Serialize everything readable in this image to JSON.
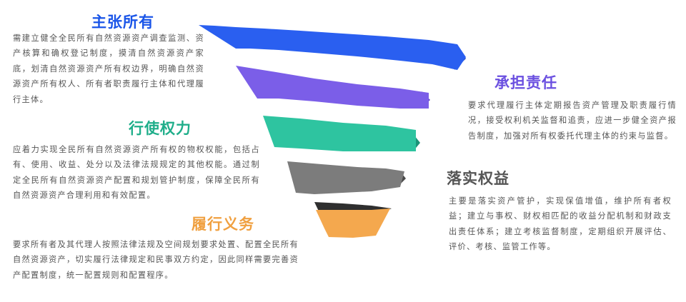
{
  "colors": {
    "band1": "#2a5ff0",
    "band1_dark": "#1a3fb8",
    "band2": "#7b5ee8",
    "band2_dark": "#5a40c0",
    "band3": "#2ec4a0",
    "band3_dark": "#1c9478",
    "band4": "#7c7c7c",
    "band4_dark": "#4a4a4a",
    "band5": "#2f2f2f",
    "band6": "#f4a84e",
    "heading_blue": "#1a55e8",
    "heading_purple": "#6a4fe0",
    "heading_teal": "#1fae8a",
    "heading_gray": "#555555",
    "heading_orange": "#f0a040"
  },
  "sections": {
    "ownership": {
      "title": "主张所有",
      "text": "需建立健全全民所有自然资源资产调查监测、资产核算和确权登记制度，摸清自然资源资产家底，划清自然资源资产所有权边界，明确自然资源资产所有权人、所有者职责履行主体和代理履行主体。"
    },
    "responsibility": {
      "title": "承担责任",
      "text": "要求代理履行主体定期报告资产管理及职责履行情况，接受权利机关监督和追责，应进一步健全资产报告制度，加强对所有权委托代理主体的约束与监督。"
    },
    "power": {
      "title": "行使权力",
      "text": "应着力实现全民所有自然资源资产所有权的物权权能，包括占有、使用、收益、处分以及法律法规规定的其他权能。通过制定全民所有自然资源资产配置和规划管护制度，保障全民所有自然资源资产合理利用和有效配置。"
    },
    "benefits": {
      "title": "落实权益",
      "text": "主要是落实资产管护，实现保值增值，维护所有者权益；建立与事权、财权相匹配的收益分配机制和财政支出责任体系；建立考核监督制度，定期组织开展评估、评价、考核、监管工作等。"
    },
    "obligations": {
      "title": "履行义务",
      "text": "要求所有者及其代理人按照法律法规及空间规划要求处置、配置全民所有自然资源资产，切实履行法律规定和民事双方约定，因此同样需要完善资产配置制度，统一配置规则和配置程序。"
    }
  }
}
